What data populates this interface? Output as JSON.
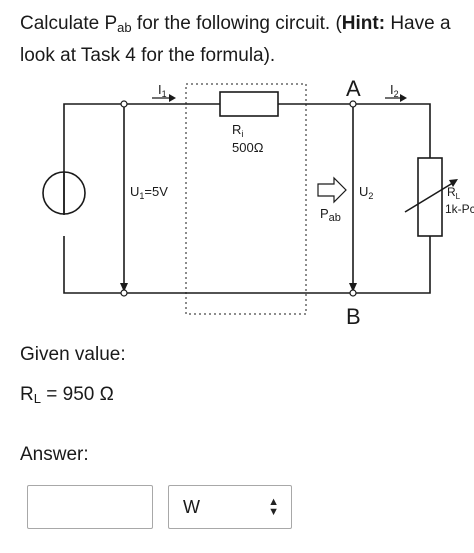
{
  "question": {
    "pre": "Calculate P",
    "sub": "ab",
    "mid": " for the following circuit. (",
    "hint_label": "Hint:",
    "post": " Have a look at Task 4 for the formula)."
  },
  "circuit": {
    "label_A": "A",
    "label_B": "B",
    "label_i1": "I",
    "label_i1_sub": "1",
    "label_i2": "I",
    "label_i2_sub": "2",
    "label_Ri": "R",
    "label_Ri_sub": "i",
    "label_Ri_value": "500Ω",
    "label_U1": "U",
    "label_U1_sub": "1",
    "label_U1_value": "=5V",
    "label_U2": "U",
    "label_U2_sub": "2",
    "label_Pab": "P",
    "label_Pab_sub": "ab",
    "label_RL": "R",
    "label_RL_sub": "L",
    "label_RL_value": "1k-Pc"
  },
  "given": {
    "label": "Given value:",
    "var": "R",
    "var_sub": "L",
    "value": " = 950 Ω"
  },
  "answer": {
    "label": "Answer:",
    "input_value": "",
    "unit_selected": "W"
  }
}
